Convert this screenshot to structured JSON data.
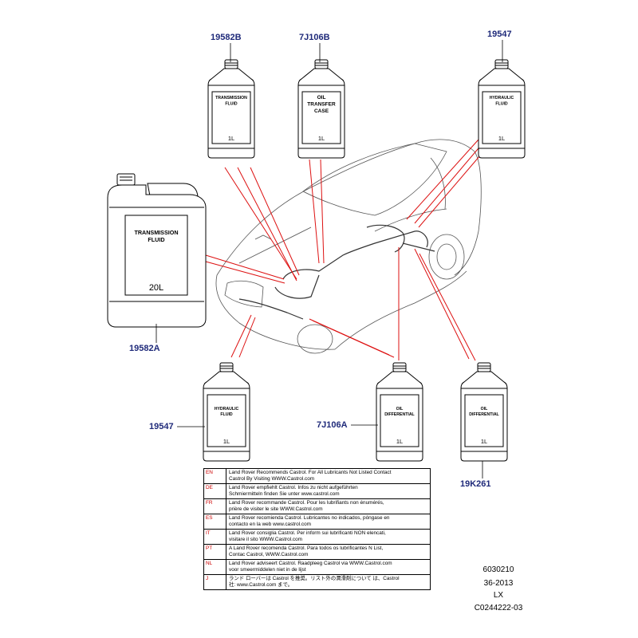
{
  "parts": [
    {
      "id": "19582B",
      "label": [
        "TRANSMISSION",
        "FLUID"
      ],
      "volume": "1L"
    },
    {
      "id": "7J106B",
      "label": [
        "OIL",
        "TRANSFER",
        "CASE"
      ],
      "volume": "1L"
    },
    {
      "id": "19547",
      "label": [
        "HYDRAULIC",
        "FLUID"
      ],
      "volume": "1L"
    },
    {
      "id": "19582A",
      "label": [
        "TRANSMISSION",
        "FLUID"
      ],
      "volume": "20L"
    },
    {
      "id": "19547",
      "label": [
        "HYDRAULIC",
        "FLUID"
      ],
      "volume": "1L"
    },
    {
      "id": "7J106A",
      "label": [
        "OIL",
        "DIFFERENTIAL"
      ],
      "volume": "1L"
    },
    {
      "id": "19K261",
      "label": [
        "OIL",
        "DIFFERENTIAL"
      ],
      "volume": "1L"
    }
  ],
  "legend": [
    {
      "lang": "EN",
      "text": [
        "Land Rover Recommends Castrol.  For All Lubricants Not Listed Contact",
        "Castrol By Visiting WWW.Castrol.com"
      ]
    },
    {
      "lang": "DE",
      "text": [
        "Land Rover empfiehlt Castrol.  Infos zu nicht aufgeführten",
        "Schmiermitteln finden Sie unter www.castrol.com"
      ]
    },
    {
      "lang": "FR",
      "text": [
        "Land Rover recommande Castrol. Pour les lubrifiants non énumérés,",
        "prière de visiter le site WWW.Castrol.com"
      ]
    },
    {
      "lang": "ES",
      "text": [
        "Land Rover recomienda Castrol.  Lubricantes no indicados, póngase en",
        "contacto en la web www.castrol.com"
      ]
    },
    {
      "lang": "IT",
      "text": [
        "Land Rover consiglia Castrol.  Per inform sui lubrificanti NON elencati,",
        "visitare il sito WWW.Castrol.com"
      ]
    },
    {
      "lang": "PT",
      "text": [
        "A Land Rover recomenda Castrol.  Para todos os lubrificantes N List,",
        "Contac Castrol, WWW.Castrol.com"
      ]
    },
    {
      "lang": "NL",
      "text": [
        "Land Rover adviseert Castrol.  Raadpleeg Castrol via WWW.Castrol.com",
        "voor smeermiddelen niet in de lijst"
      ]
    },
    {
      "lang": "J",
      "text": [
        "ランド ローバーは Castrol を推奨。リスト外の潤滑剤について は、Castrol",
        "社: www.Castrol.com まで。"
      ]
    }
  ],
  "reference": [
    "6030210",
    "36-2013",
    "LX",
    "C0244222-03"
  ]
}
